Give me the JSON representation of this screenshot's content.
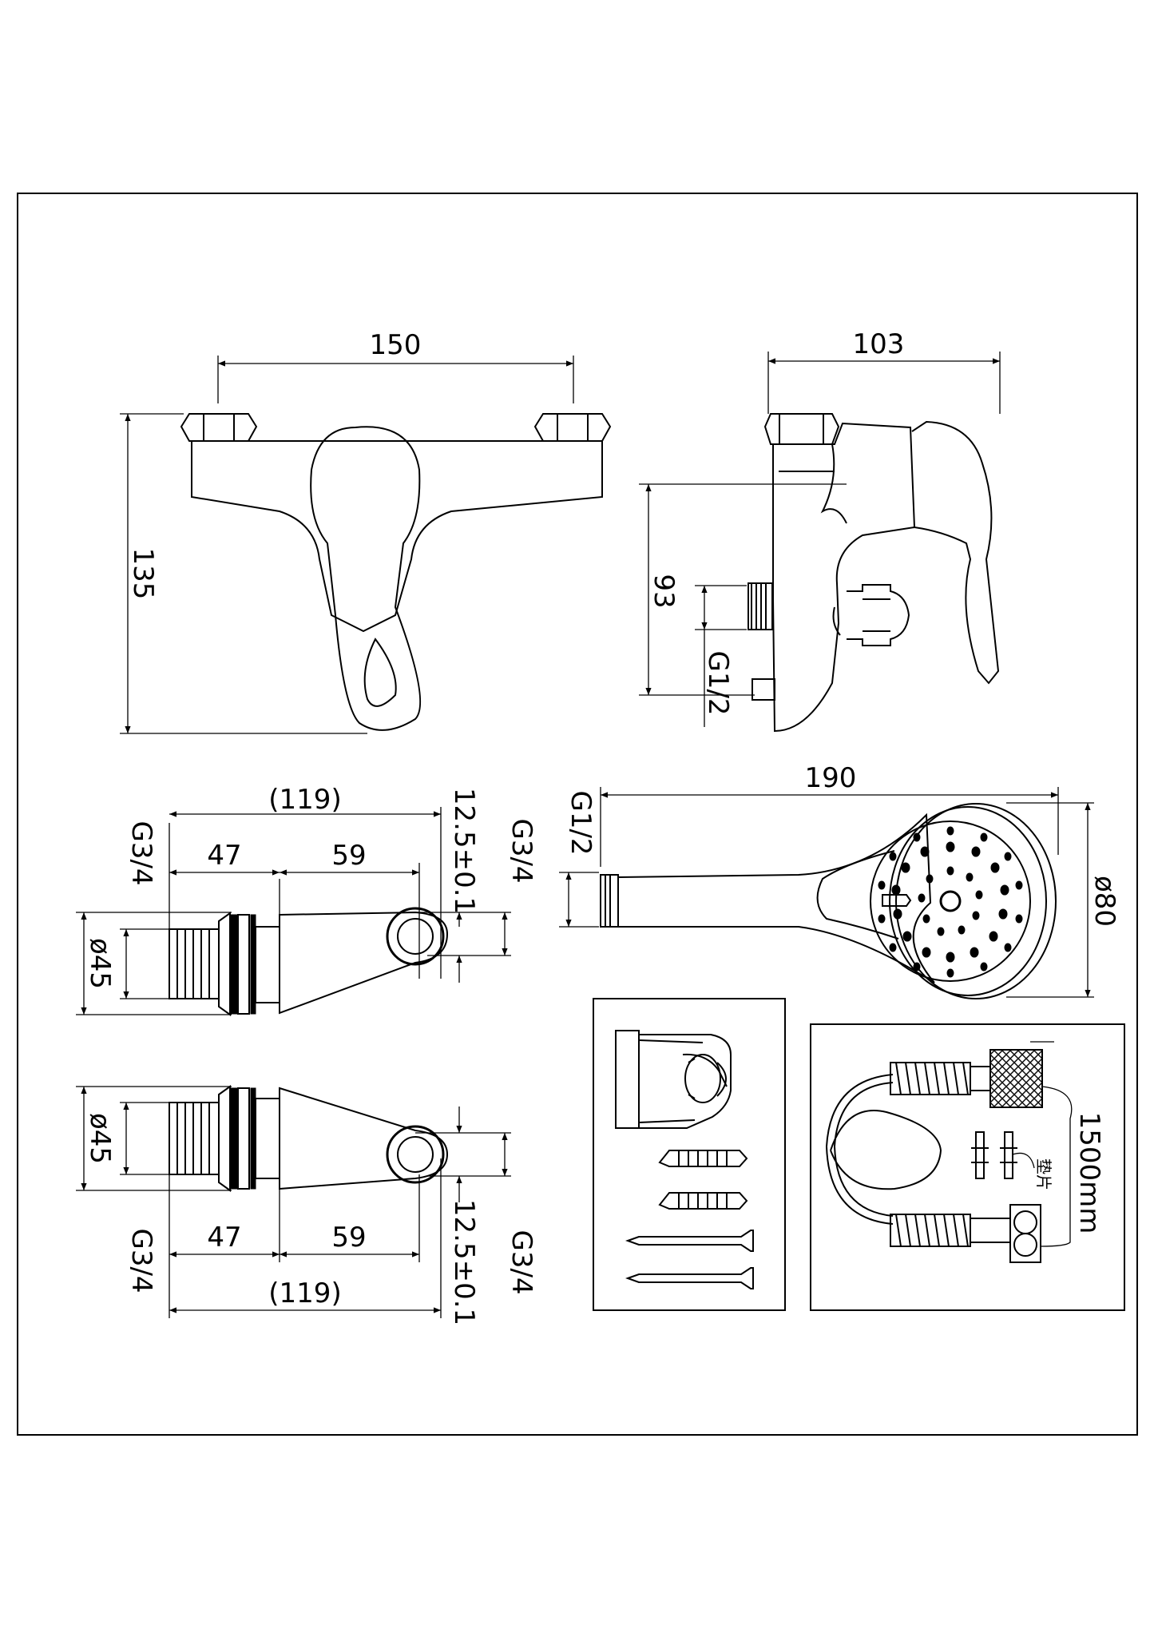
{
  "dimensions": {
    "top_front_width": "150",
    "top_front_height": "135",
    "side_width": "103",
    "side_height": "93",
    "side_inlet": "G1/2",
    "mid_overall": "(119)",
    "mid_left": "47",
    "mid_right": "59",
    "mid_offset": "12.5±0.1",
    "mid_thread_left": "G3/4",
    "mid_thread_right": "G3/4",
    "mid_dia": "ø45",
    "bottom_overall": "(119)",
    "bottom_left": "47",
    "bottom_right": "59",
    "bottom_offset": "12.5±0.1",
    "bottom_thread_left": "G3/4",
    "bottom_thread_right": "G3/4",
    "bottom_dia": "ø45",
    "shower_length": "190",
    "shower_thread": "G1/2",
    "shower_dia": "ø80",
    "hose_length": "1500mm",
    "washer_label": "垫片"
  }
}
